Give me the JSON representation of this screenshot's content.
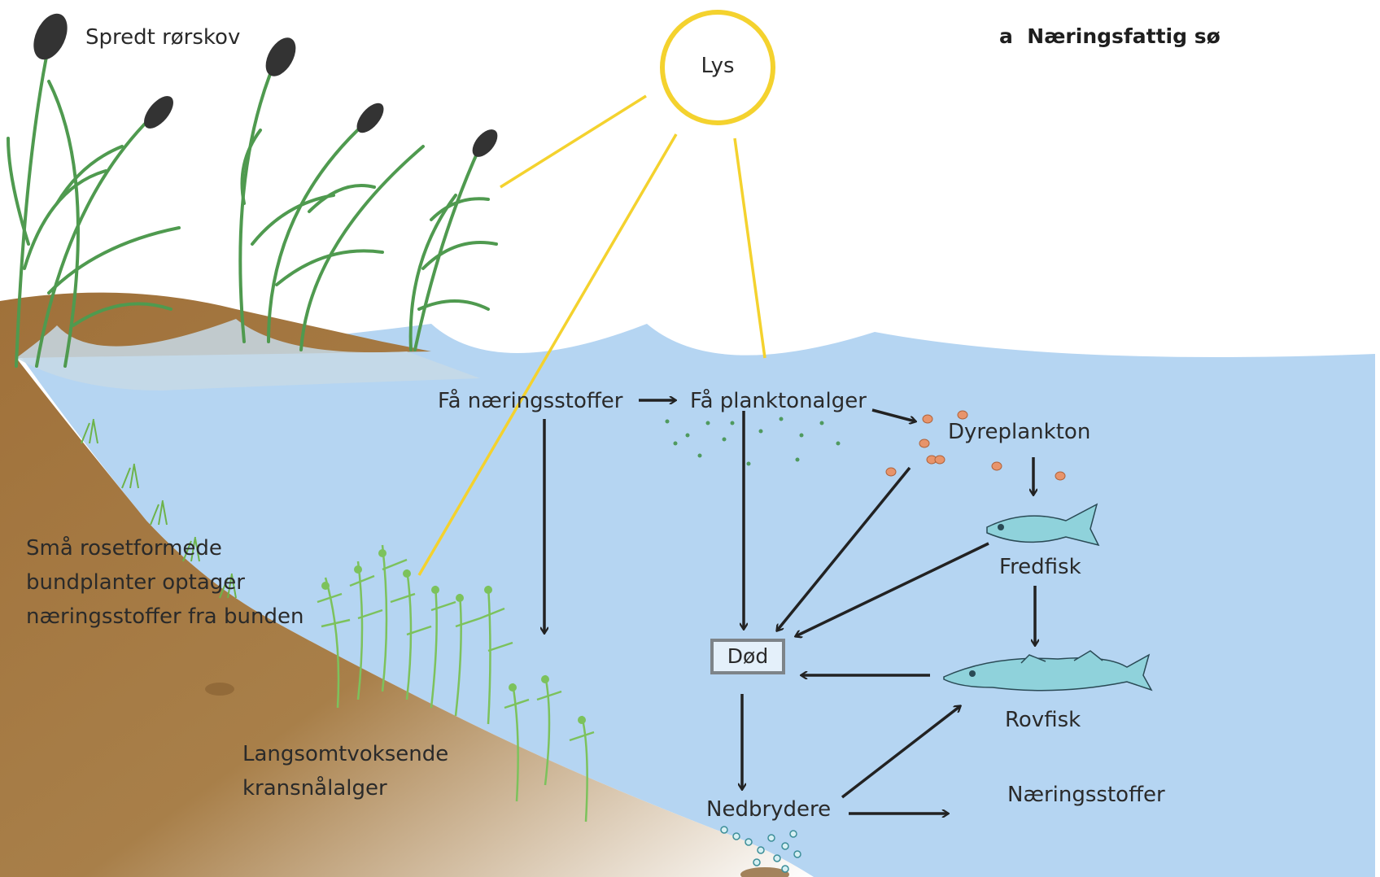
{
  "title": {
    "letter": "a",
    "text": "Næringsfattig sø"
  },
  "sun": {
    "label": "Lys",
    "color": "#f4d22e"
  },
  "labels": {
    "reeds": "Spredt rørskov",
    "few_nutrients": "Få næringsstoffer",
    "few_algae": "Få planktonalger",
    "zooplankton": "Dyreplankton",
    "forage_fish": "Fredfisk",
    "dead": "Død",
    "predator_fish": "Rovfisk",
    "decomposers": "Nedbrydere",
    "nutrients": "Næringsstoffer",
    "rosette_plants": [
      "Små rosetformede",
      "bundplanter optager",
      "næringsstoffer fra bunden"
    ],
    "charophytes": [
      "Langsomtvoksende",
      "kransnålalger"
    ]
  },
  "colors": {
    "water": "#b5d5f2",
    "shore": "#a87f49",
    "reed_green": "#4f9a4f",
    "algae_green": "#7cc25c",
    "arrow": "#222222",
    "fish": "#8fd2db"
  }
}
